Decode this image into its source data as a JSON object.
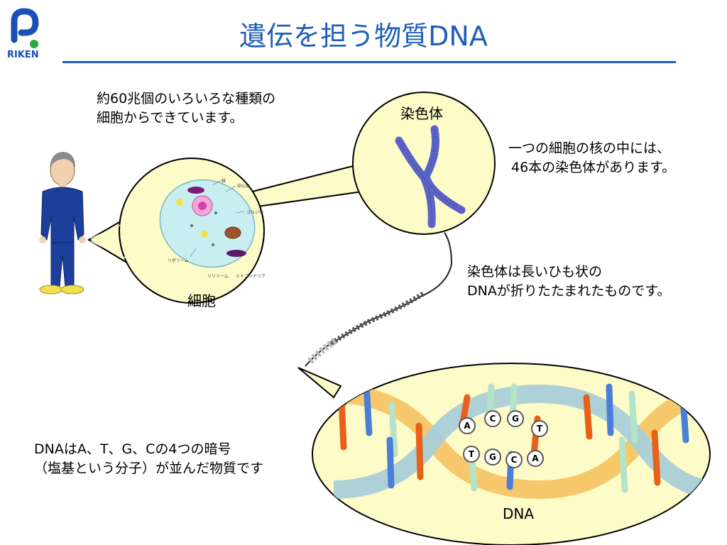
{
  "logo": {
    "text": "RIKEN"
  },
  "title": "遺伝を担う物質DNA",
  "colors": {
    "title": "#1f5fb8",
    "bubble": "#fdfbc8",
    "chromosome": "#5b63c6",
    "body_blue": "#1b3f9a"
  },
  "captions": {
    "cells_line1": "約60兆個のいろいろな種類の",
    "cells_line2": "細胞からできています。",
    "nucleus_line1": "一つの細胞の核の中には、",
    "nucleus_line2": "46本の染色体があります。",
    "chromo_line1": "染色体は長いひも状の",
    "chromo_line2": "DNAが折りたたまれたものです。",
    "dna_line1": "DNAはA、T、G、Cの4つの暗号",
    "dna_line2": "（塩基という分子）が並んだ物質です"
  },
  "labels": {
    "cell": "細胞",
    "chromosome": "染色体",
    "dna": "DNA"
  },
  "cell_parts": {
    "nucleus": "核",
    "centrosome": "中心体",
    "golgi": "ゴルジ体",
    "ribosome": "リボソーム",
    "lysosome": "リソソーム",
    "mitochondria": "ミトコンドリア"
  },
  "bases": {
    "top": [
      "A",
      "C",
      "G",
      "T"
    ],
    "bottom": [
      "T",
      "G",
      "C",
      "A"
    ]
  }
}
